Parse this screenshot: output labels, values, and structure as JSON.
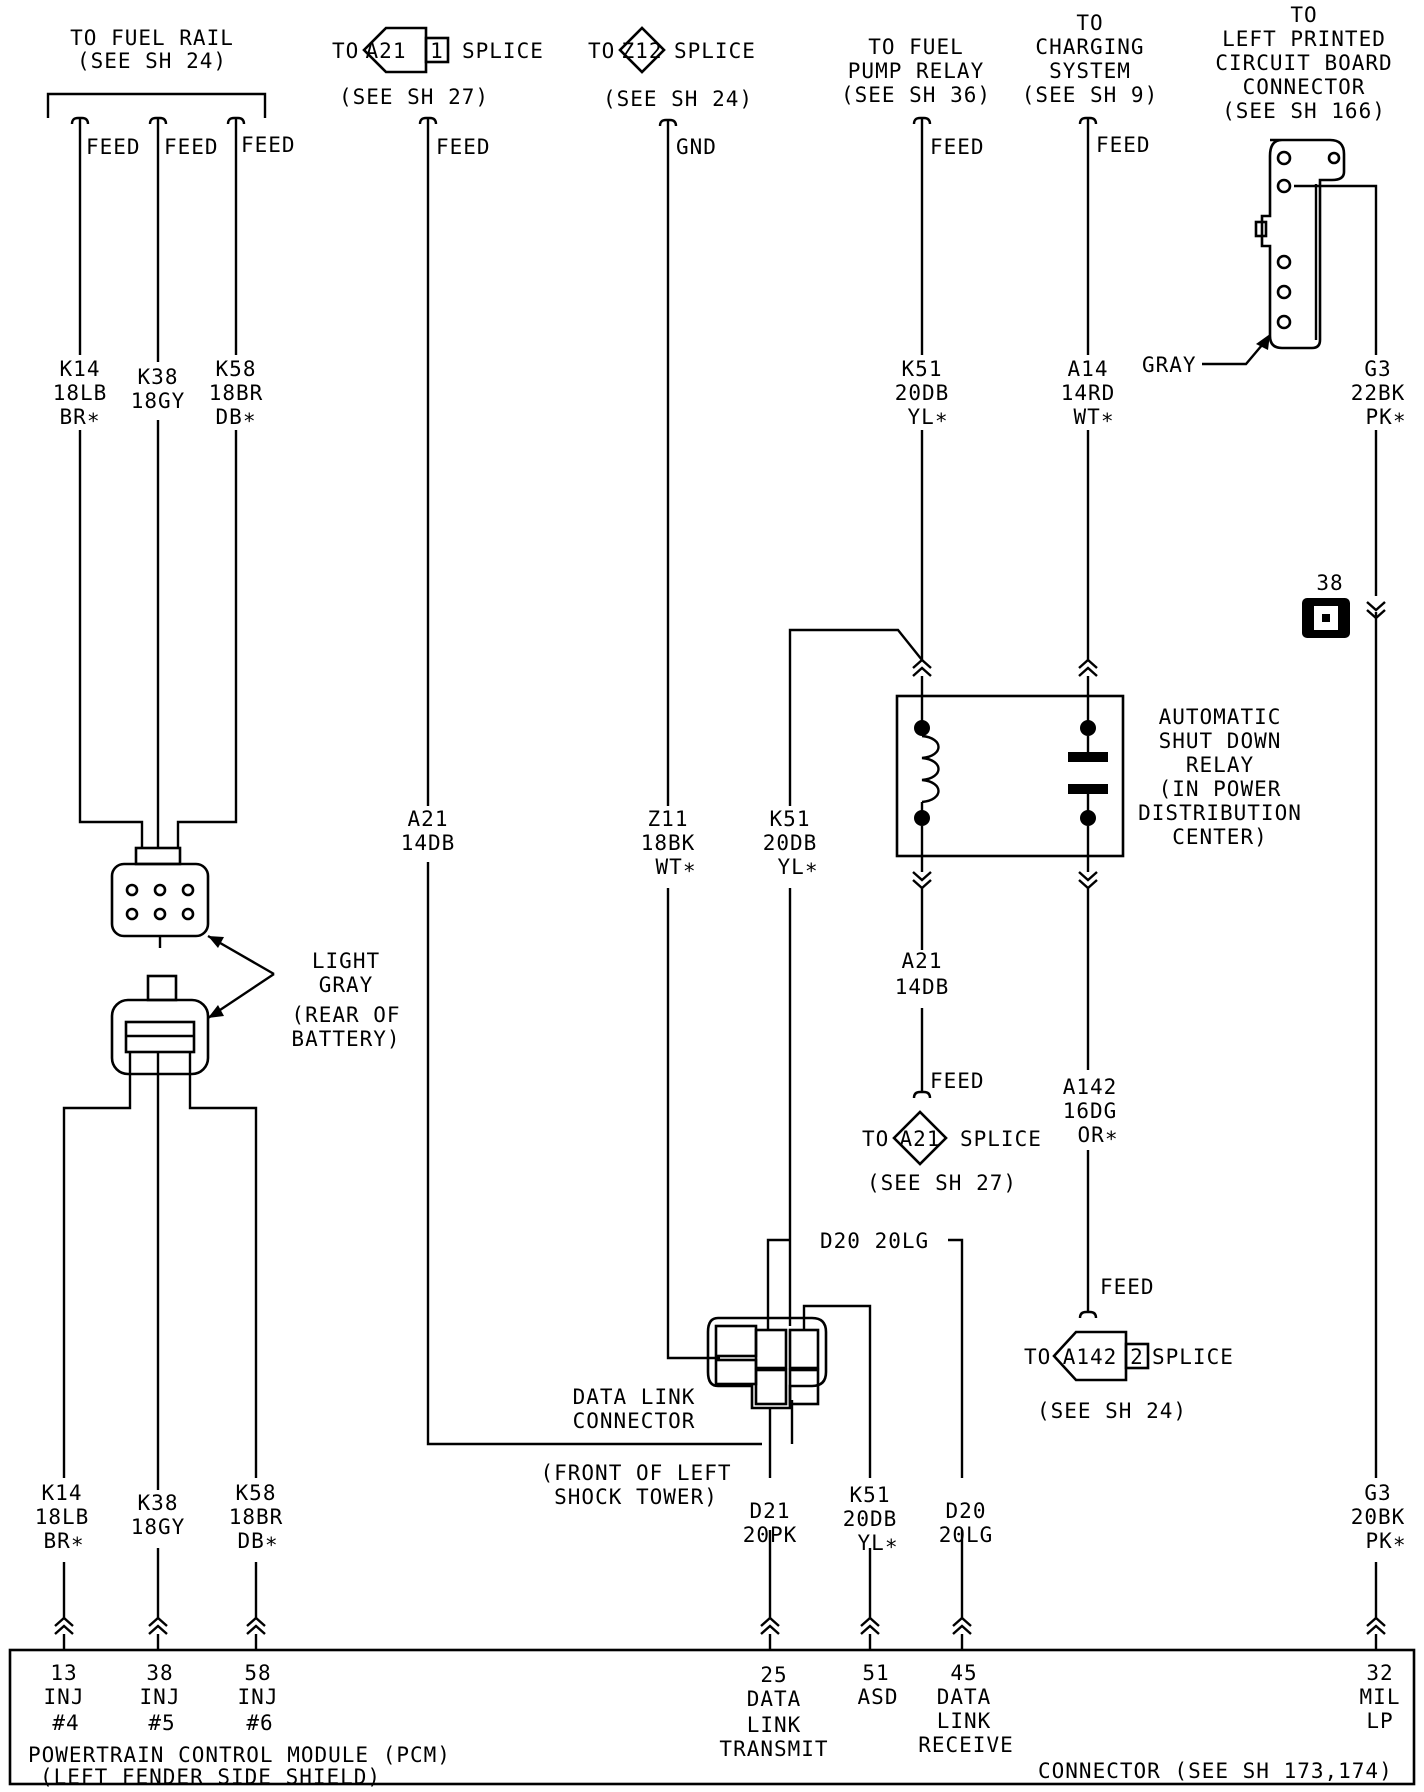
{
  "fuel_rail": {
    "title": "TO FUEL RAIL",
    "ref": "(SEE SH 24)",
    "feed": "FEED"
  },
  "splice_a21_top": {
    "to": "TO",
    "id": "A21",
    "num": "1",
    "word": "SPLICE",
    "ref": "(SEE SH 27)",
    "feed": "FEED"
  },
  "splice_z12": {
    "to": "TO",
    "id": "Z12",
    "word": "SPLICE",
    "ref": "(SEE SH 24)",
    "gnd": "GND"
  },
  "fuel_pump_relay": {
    "line1": "TO FUEL",
    "line2": "PUMP RELAY",
    "ref": "(SEE SH 36)",
    "feed": "FEED"
  },
  "charging": {
    "line1": "TO",
    "line2": "CHARGING",
    "line3": "SYSTEM",
    "ref": "(SEE SH 9)",
    "feed": "FEED"
  },
  "left_pcb": {
    "line1": "TO",
    "line2": "LEFT PRINTED",
    "line3": "CIRCUIT BOARD",
    "line4": "CONNECTOR",
    "ref": "(SEE SH 166)",
    "color": "GRAY"
  },
  "wires": {
    "k14_top": {
      "id": "K14",
      "gauge": "18LB",
      "color": "BR∗"
    },
    "k38_top": {
      "id": "K38",
      "gauge": "18GY"
    },
    "k58_top": {
      "id": "K58",
      "gauge": "18BR",
      "color": "DB∗"
    },
    "a21_mid": {
      "id": "A21",
      "gauge": "14DB"
    },
    "z11": {
      "id": "Z11",
      "gauge": "18BK",
      "color": "WT∗"
    },
    "k51_mid": {
      "id": "K51",
      "gauge": "20DB",
      "color": "YL∗"
    },
    "k51_top": {
      "id": "K51",
      "gauge": "20DB",
      "color": "YL∗"
    },
    "a14": {
      "id": "A14",
      "gauge": "14RD",
      "color": "WT∗"
    },
    "g3_top": {
      "id": "G3",
      "gauge": "22BK",
      "color": "PK∗"
    },
    "a21_relay": {
      "id": "A21",
      "gauge": "14DB"
    },
    "a142": {
      "id": "A142",
      "gauge": "16DG",
      "color": "OR∗"
    },
    "d20_top": {
      "label": "D20 20LG"
    },
    "k14_bot": {
      "id": "K14",
      "gauge": "18LB",
      "color": "BR∗"
    },
    "k38_bot": {
      "id": "K38",
      "gauge": "18GY"
    },
    "k58_bot": {
      "id": "K58",
      "gauge": "18BR",
      "color": "DB∗"
    },
    "d21": {
      "id": "D21",
      "gauge": "20PK"
    },
    "k51_bot": {
      "id": "K51",
      "gauge": "20DB",
      "color": "YL∗"
    },
    "d20_bot": {
      "id": "D20",
      "gauge": "20LG"
    },
    "g3_bot": {
      "id": "G3",
      "gauge": "20BK",
      "color": "PK∗"
    }
  },
  "connector_38": "38",
  "relay": {
    "line1": "AUTOMATIC",
    "line2": "SHUT DOWN",
    "line3": "RELAY",
    "line4": "(IN POWER",
    "line5": "DISTRIBUTION",
    "line6": "CENTER)"
  },
  "splice_a21_bottom": {
    "feed": "FEED",
    "to": "TO",
    "id": "A21",
    "word": "SPLICE",
    "ref": "(SEE SH 27)"
  },
  "splice_a142": {
    "feed": "FEED",
    "to": "TO",
    "id": "A142",
    "num": "2",
    "word": "SPLICE",
    "ref": "(SEE SH 24)"
  },
  "injector_connector": {
    "line1": "LIGHT",
    "line2": "GRAY",
    "line3": "(REAR OF",
    "line4": "BATTERY)"
  },
  "data_link": {
    "line1": "DATA LINK",
    "line2": "CONNECTOR",
    "line3": "(FRONT OF LEFT",
    "line4": "SHOCK TOWER)"
  },
  "pcm": {
    "pins": [
      {
        "num": "13",
        "l1": "INJ",
        "l2": "#4"
      },
      {
        "num": "38",
        "l1": "INJ",
        "l2": "#5"
      },
      {
        "num": "58",
        "l1": "INJ",
        "l2": "#6"
      },
      {
        "num": "25",
        "l1": "DATA",
        "l2": "LINK",
        "l3": "TRANSMIT"
      },
      {
        "num": "51",
        "l1": "ASD"
      },
      {
        "num": "45",
        "l1": "DATA",
        "l2": "LINK",
        "l3": "RECEIVE"
      },
      {
        "num": "32",
        "l1": "MIL",
        "l2": "LP"
      }
    ],
    "name": "POWERTRAIN CONTROL MODULE (PCM)",
    "location": "(LEFT FENDER SIDE SHIELD)",
    "connector": "CONNECTOR (SEE SH 173,174)"
  }
}
